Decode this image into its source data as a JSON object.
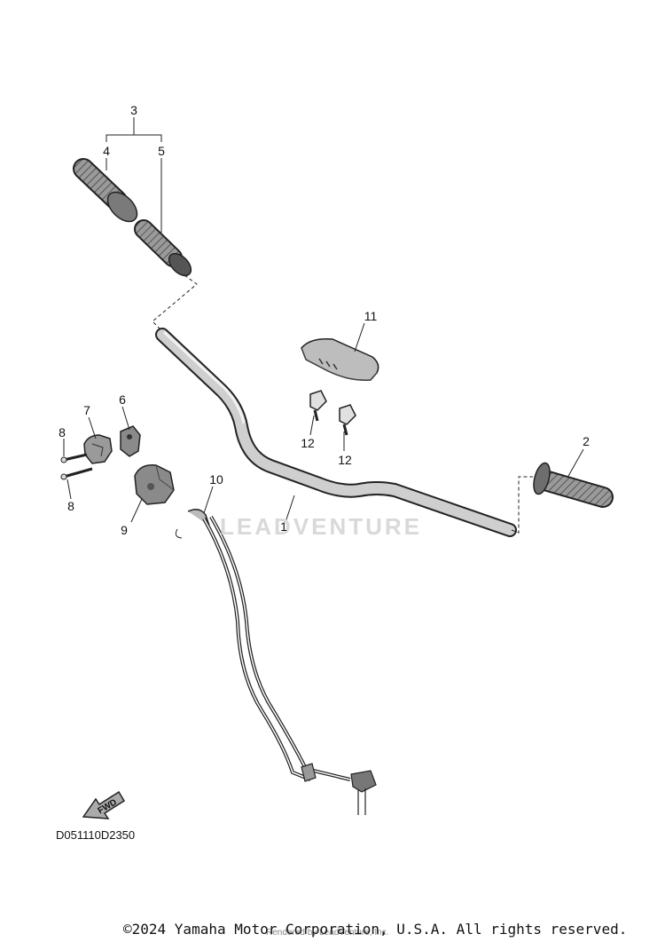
{
  "callouts": {
    "c1": "1",
    "c2": "2",
    "c3": "3",
    "c4": "4",
    "c5": "5",
    "c6": "6",
    "c7": "7",
    "c8a": "8",
    "c8b": "8",
    "c9": "9",
    "c10": "10",
    "c11": "11",
    "c12a": "12",
    "c12b": "12"
  },
  "fwd_label": "FWD",
  "diagram_code": "D051110D2350",
  "watermark": "LEADVENTURE",
  "copyright": "©2024 Yamaha Motor Corporation, U.S.A. All rights reserved.",
  "rendered_by": "Rendered by LeadVenture, Inc.",
  "colors": {
    "line": "#222222",
    "part_fill": "#bfbfbf",
    "part_dark": "#6e6e6e",
    "watermark": "#d9d9d9"
  }
}
